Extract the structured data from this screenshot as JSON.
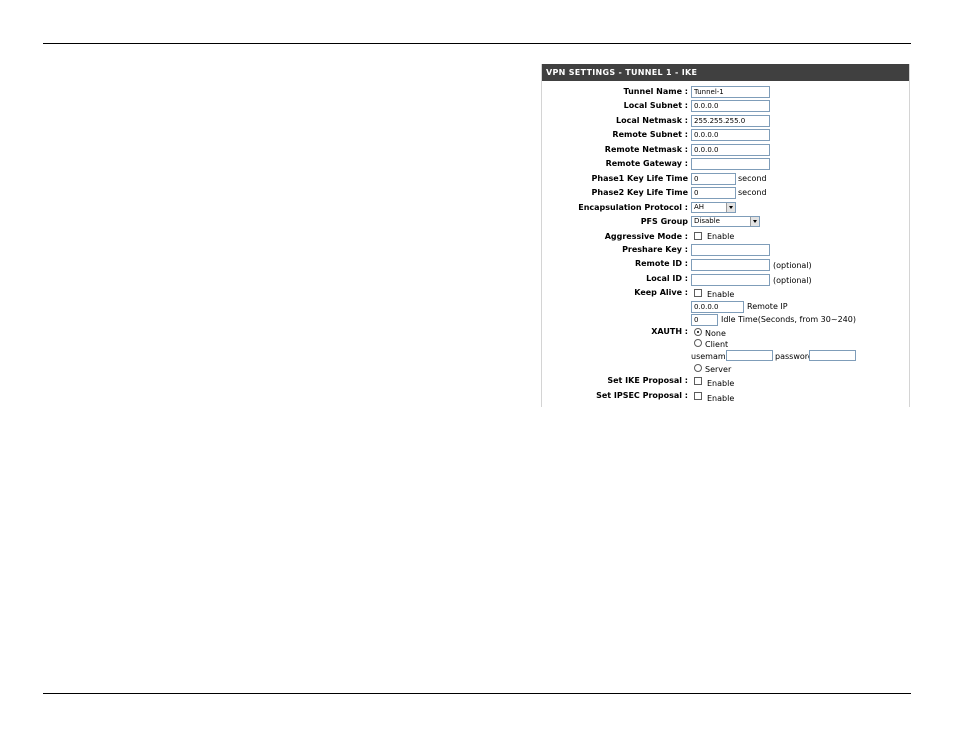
{
  "panel": {
    "title": "VPN SETTINGS - TUNNEL 1 - IKE"
  },
  "fields": {
    "tunnel_name": {
      "label": "Tunnel Name :",
      "value": "Tunnel-1"
    },
    "local_subnet": {
      "label": "Local Subnet :",
      "value": "0.0.0.0"
    },
    "local_netmask": {
      "label": "Local Netmask :",
      "value": "255.255.255.0"
    },
    "remote_subnet": {
      "label": "Remote Subnet :",
      "value": "0.0.0.0"
    },
    "remote_netmask": {
      "label": "Remote Netmask :",
      "value": "0.0.0.0"
    },
    "remote_gateway": {
      "label": "Remote Gateway :",
      "value": ""
    },
    "phase1": {
      "label": "Phase1 Key Life Time",
      "value": "0",
      "unit": "second"
    },
    "phase2": {
      "label": "Phase2 Key Life Time",
      "value": "0",
      "unit": "second"
    },
    "encapsulation": {
      "label": "Encapsulation Protocol :",
      "selected": "AH"
    },
    "pfs": {
      "label": "PFS Group",
      "selected": "Disable"
    },
    "aggressive": {
      "label": "Aggressive Mode :",
      "option": "Enable"
    },
    "preshare": {
      "label": "Preshare Key :",
      "value": ""
    },
    "remote_id": {
      "label": "Remote ID :",
      "value": "",
      "hint": "(optional)"
    },
    "local_id": {
      "label": "Local ID :",
      "value": "",
      "hint": "(optional)"
    },
    "keep_alive": {
      "label": "Keep Alive :",
      "option": "Enable",
      "remote_ip_value": "0.0.0.0",
      "remote_ip_label": "Remote IP",
      "idle_value": "0",
      "idle_label": "Idle Time(Seconds, from 30~240)"
    },
    "xauth": {
      "label": "XAUTH :",
      "opt_none": "None",
      "opt_client": "Client",
      "opt_server": "Server",
      "selected": "None",
      "username_label": "usemame",
      "password_label": "password"
    },
    "ike_proposal": {
      "label": "Set IKE Proposal :",
      "option": "Enable"
    },
    "ipsec_proposal": {
      "label": "Set IPSEC Proposal :",
      "option": "Enable"
    }
  }
}
